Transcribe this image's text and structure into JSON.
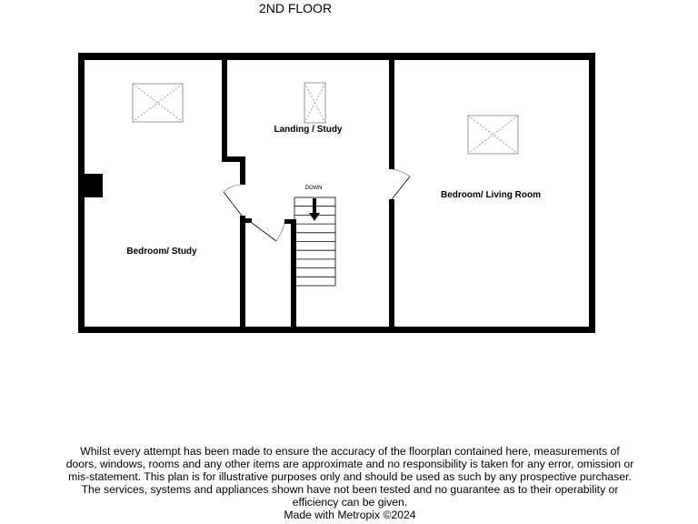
{
  "title": "2ND FLOOR",
  "rooms": {
    "bedroom_study": "Bedroom/ Study",
    "landing_study": "Landing / Study",
    "bedroom_living": "Bedroom/ Living Room"
  },
  "stairs_label": "DOWN",
  "disclaimer": "Whilst every attempt has been made to ensure the accuracy of the floorplan contained here, measurements of doors, windows, rooms and any other items are approximate and no responsibility is taken for any error, omission or mis-statement. This plan is for illustrative purposes only and should be used as such by any prospective purchaser. The services, systems and appliances shown have not been tested and no guarantee as to their operability or efficiency can be given.",
  "credit": "Made with Metropix ©2024"
}
